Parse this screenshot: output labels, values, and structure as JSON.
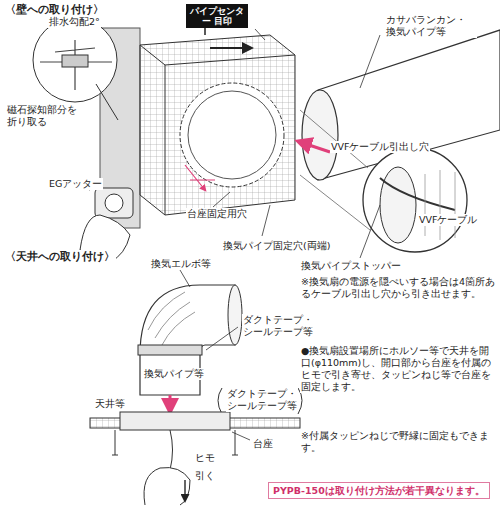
{
  "diagram": {
    "nodes": [
      {
        "text": [
          "パイプセンター 目印"
        ]
      },
      {
        "text": [
          "PYPB-150は取り付け方法が若干異なります。"
        ]
      }
    ],
    "labels": [
      "〈壁への取り付け〉",
      "排水勾配2°",
      "磁石探知部分を 折り取る",
      "EGアッター",
      "台座固定用穴",
      "カサバランカン・ 換気パイプ等",
      "VVFケーブル引出し穴",
      "VVFケーブル",
      "換気パイプストッパー",
      "換気パイプ固定穴(両端)",
      "※換気扇の電源を隠ぺいする場合は4箇所あるケーブル引出し穴から引き出せます。",
      "〈天井への取り付け〉",
      "換気エルボ等",
      "ダクトテープ・ シールテープ等",
      "換気パイプ等",
      "天井等",
      "ダクトテープ・ シールテープ等",
      "台座",
      "ヒモ",
      "引く",
      "●換気扇設置場所にホルソー等で天井を開口(φ110mm)し、開口部から台座を付属のヒモで引き寄せ、タッピンねじ等で台座を固定します。",
      "※付属タッピンねじで野縁に固定もできます。"
    ]
  }
}
